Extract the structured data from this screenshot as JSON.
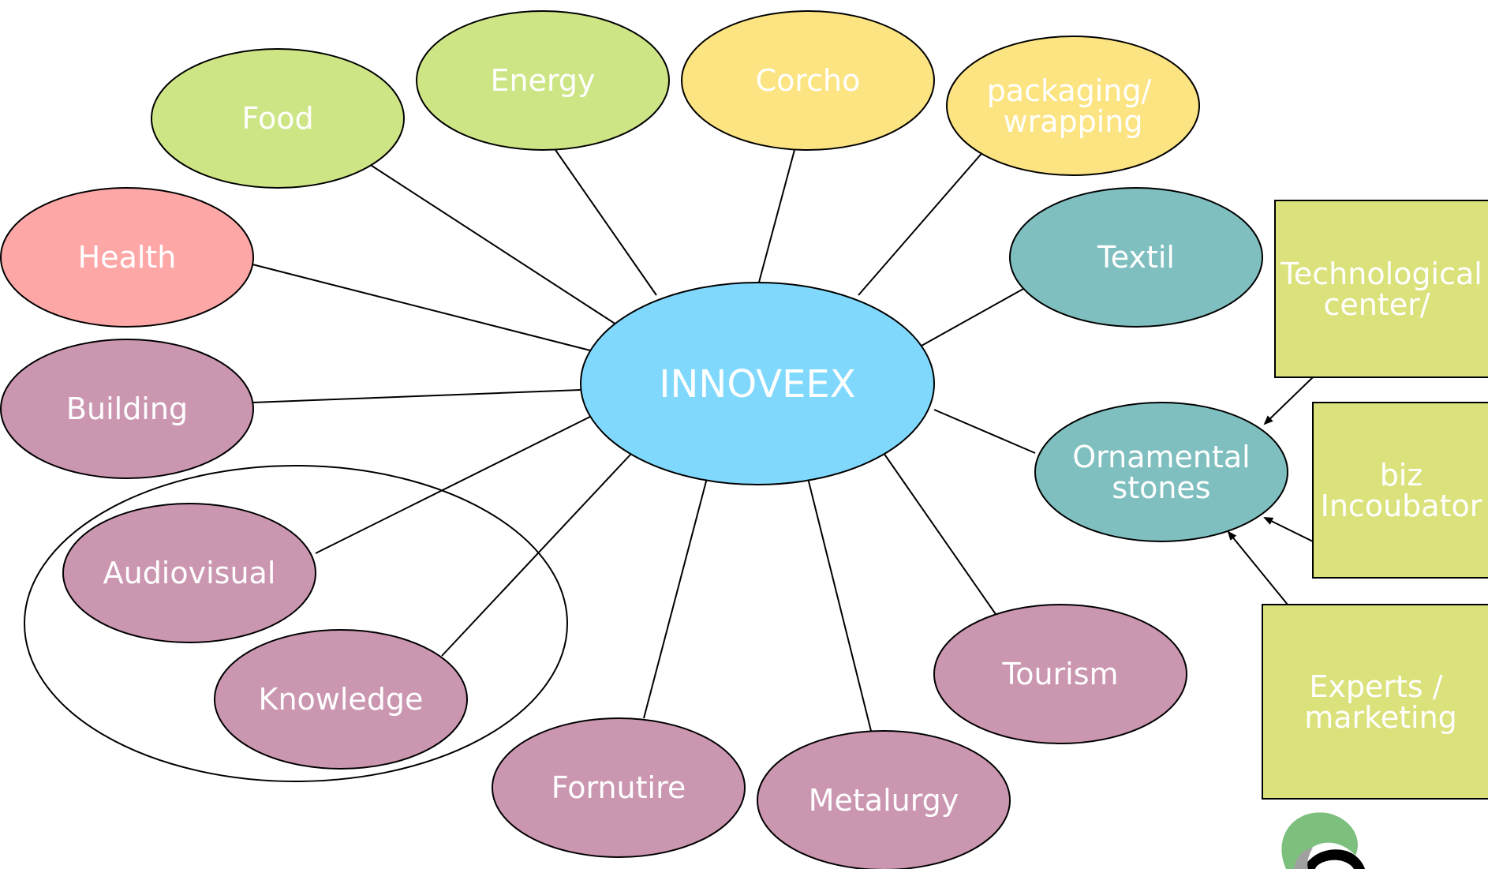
{
  "center": {
    "label": "INNOVEEX",
    "color": "#80d9fd"
  },
  "sectors": {
    "food": {
      "label": "Food",
      "color": "#cee585"
    },
    "energy": {
      "label": "Energy",
      "color": "#cee585"
    },
    "corcho": {
      "label": "Corcho",
      "color": "#fce482"
    },
    "packaging": {
      "line1": "packaging/",
      "line2": "wrapping",
      "color": "#fce482"
    },
    "health": {
      "label": "Health",
      "color": "#fea7a7"
    },
    "textil": {
      "label": "Textil",
      "color": "#80bfbf"
    },
    "building": {
      "label": "Building",
      "color": "#cb96b0"
    },
    "ornamental": {
      "line1": "Ornamental",
      "line2": "stones",
      "color": "#80bfbf"
    },
    "audiovisual": {
      "label": "Audiovisual",
      "color": "#cb96b0"
    },
    "knowledge": {
      "label": "Knowledge",
      "color": "#cb96b0"
    },
    "fornutire": {
      "label": "Fornutire",
      "color": "#cb96b0"
    },
    "metalurgy": {
      "label": "Metalurgy",
      "color": "#cb96b0"
    },
    "tourism": {
      "label": "Tourism",
      "color": "#cb96b0"
    }
  },
  "support": {
    "tech_center": {
      "line1": "Technological",
      "line2": "center/",
      "color": "#dbe27c"
    },
    "biz_incubator": {
      "line1": "biz",
      "line2": "Incoubator",
      "color": "#dbe27c"
    },
    "experts": {
      "line1": "Experts /",
      "line2": "marketing",
      "color": "#dbe27c"
    }
  },
  "logo": {
    "icon": "swirl-logo-icon",
    "colors": [
      "#7dbf7d",
      "#000000",
      "#a0a0a0"
    ]
  }
}
